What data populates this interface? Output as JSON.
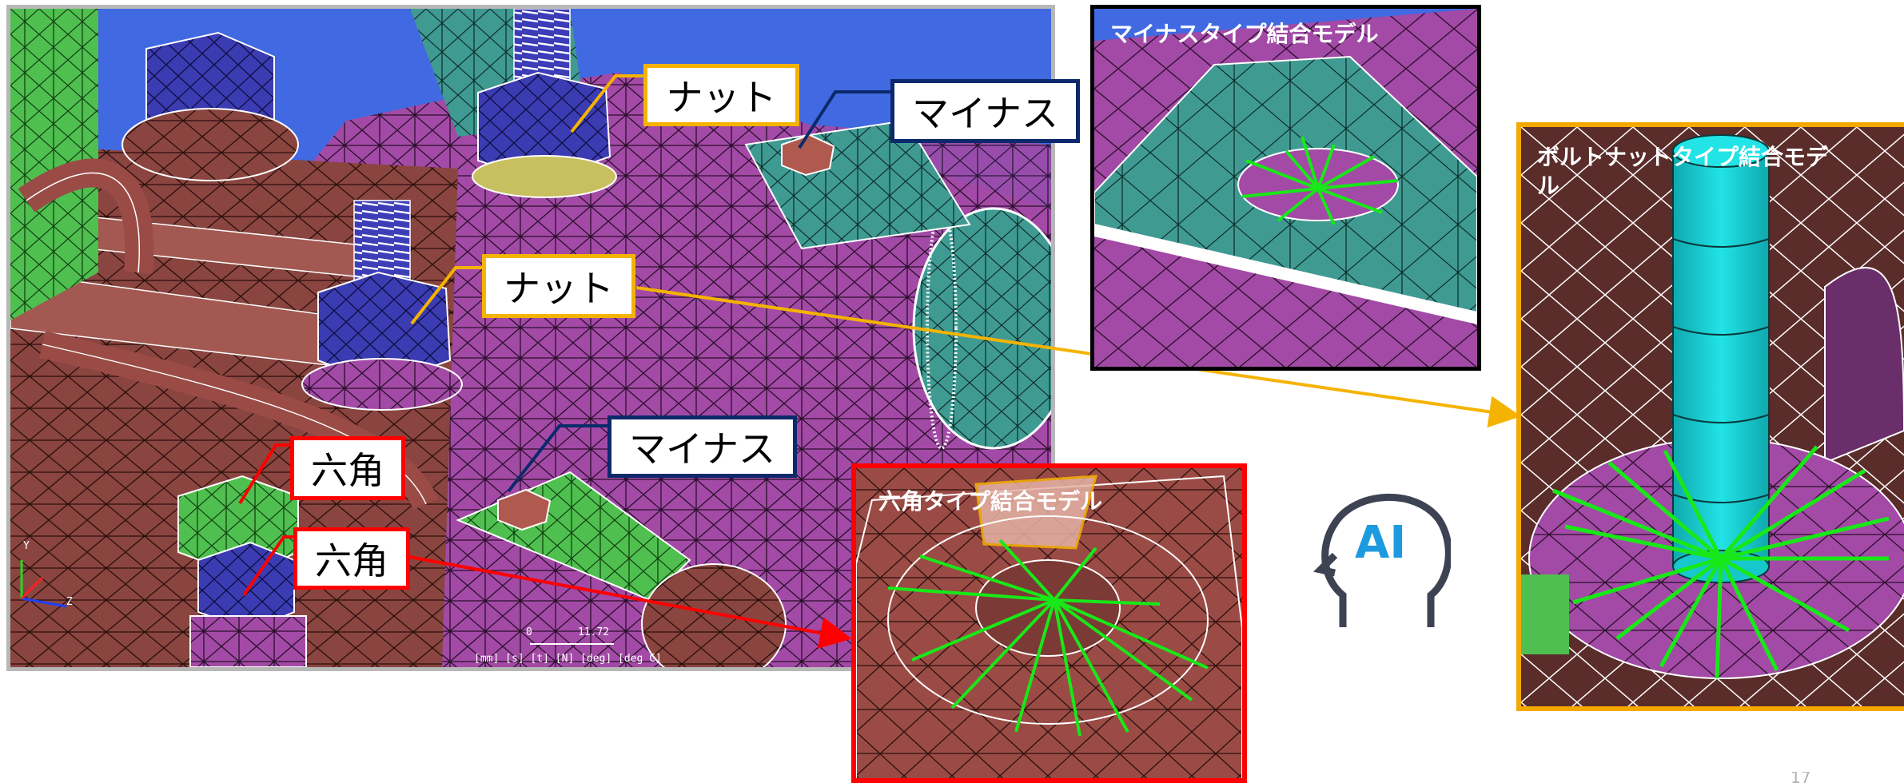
{
  "main_view": {
    "scale_zero": "0",
    "scale_value": "11.72",
    "units": "[mm] [s] [t] [N] [deg] [deg C]",
    "axis_labels": {
      "y": "Y",
      "z": "Z"
    }
  },
  "callouts": {
    "nut_top": "ナット",
    "minus_top": "マイナス",
    "nut_mid": "ナット",
    "minus_mid": "マイナス",
    "hex_upper": "六角",
    "hex_lower": "六角"
  },
  "insets": {
    "minus_model": "マイナスタイプ結合モデル",
    "hex_model": "六角タイプ結合モデル",
    "bolt_nut_model": "ボルトナットタイプ結合モデル"
  },
  "ai_icon": {
    "label": "AI"
  },
  "page_number": "17",
  "colors": {
    "nut_frame": "#f5b301",
    "minus_frame": "#0c2a6b",
    "hex_frame": "#ff0000",
    "sky_blue": "#4169e1",
    "magenta_mesh": "#a24aa6",
    "brown_mesh": "#8a4540",
    "teal_mesh": "#3f9a92",
    "rbe_green": "#18e818",
    "bolt_cyan": "#16d6d9",
    "ai_blue": "#1d9be0"
  }
}
